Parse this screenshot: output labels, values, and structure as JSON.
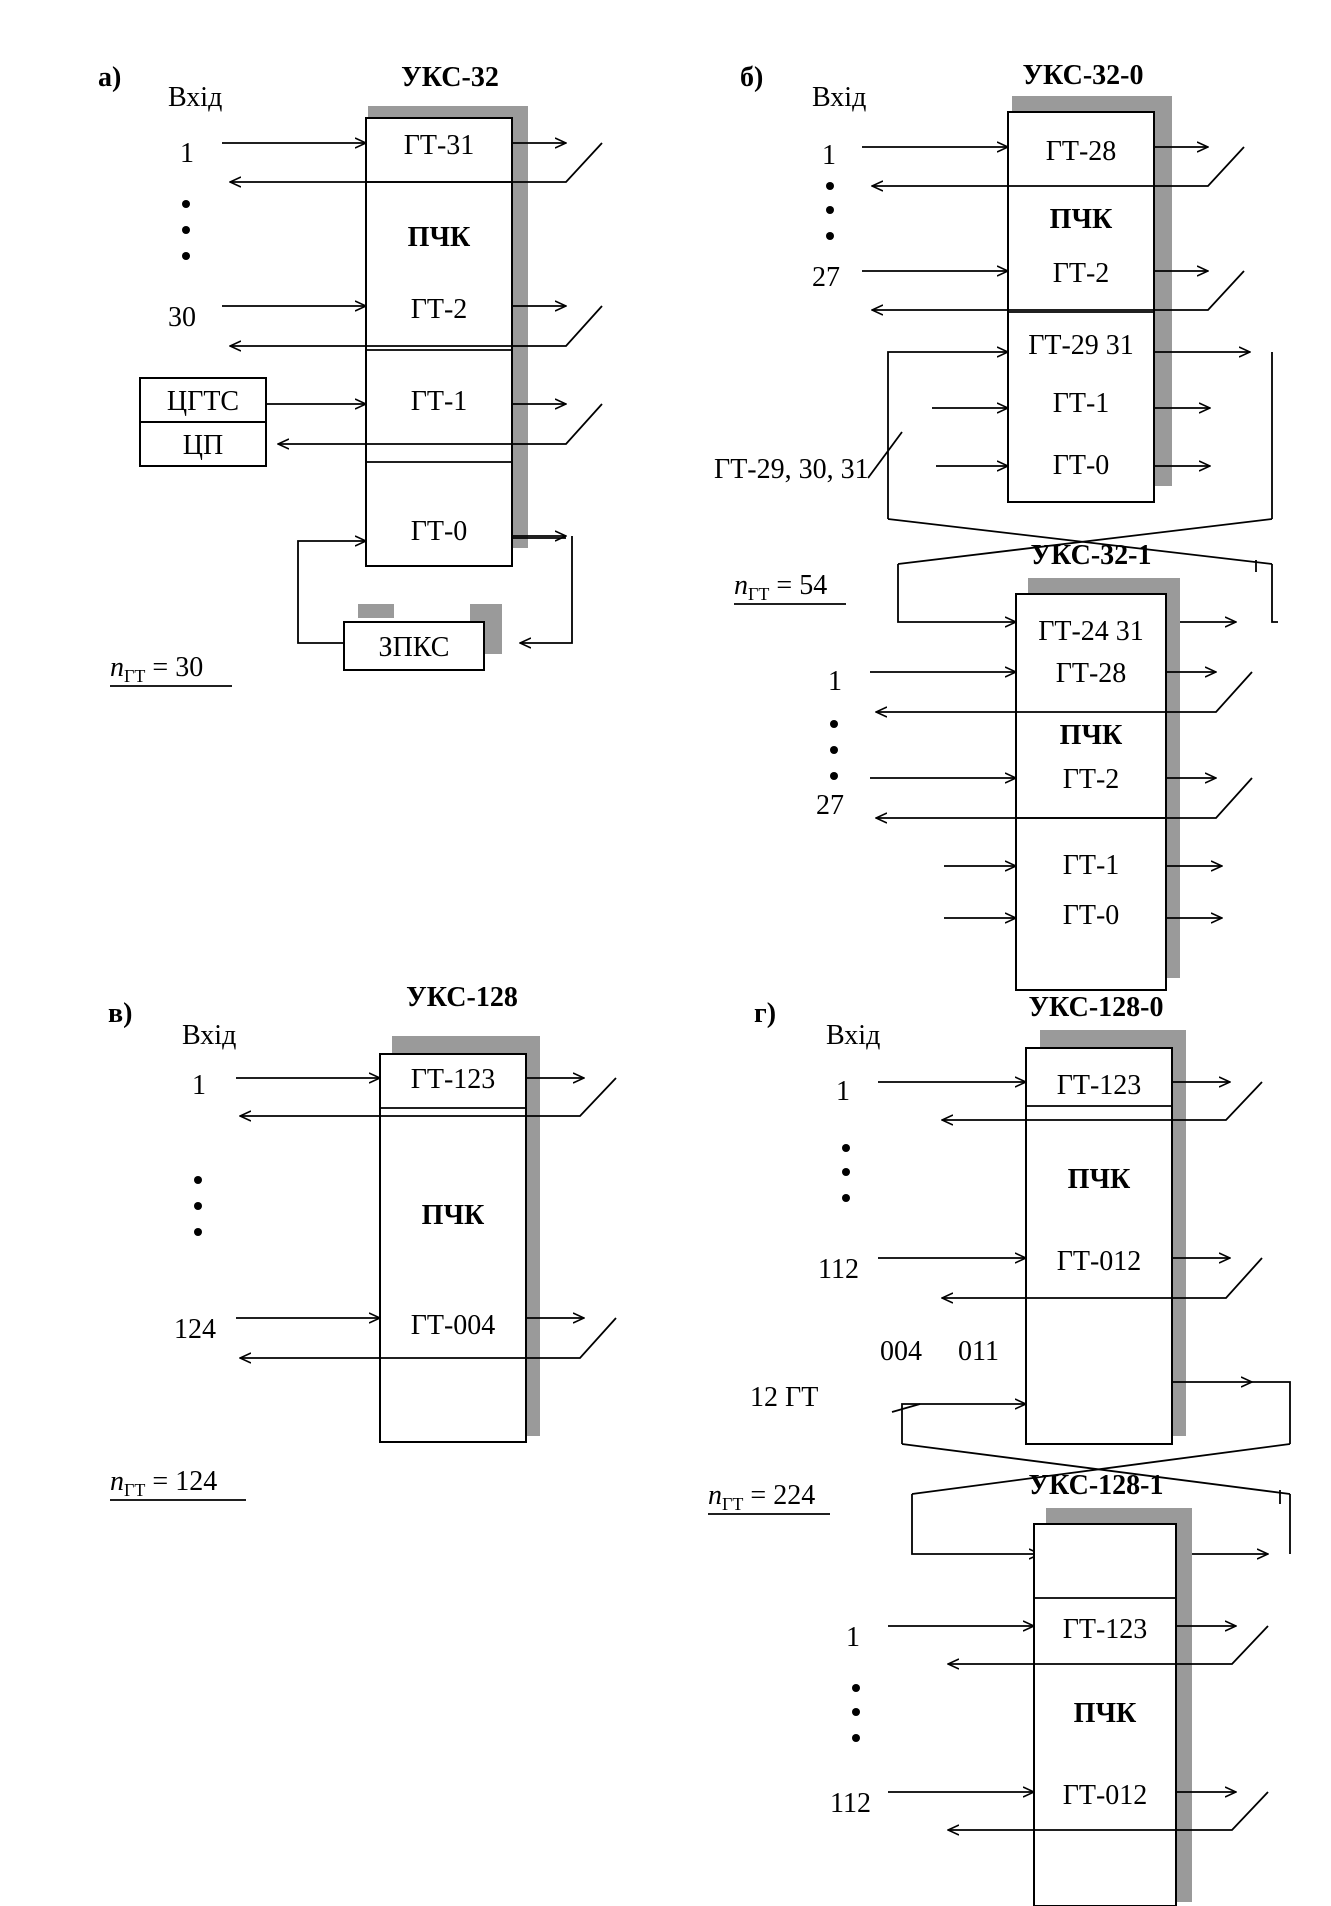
{
  "panel_a": {
    "letter": "а)",
    "input_header": "Вхід",
    "switch_title": "УКС-32",
    "in_first": "1",
    "in_last": "30",
    "gt_top": "ГТ-31",
    "block_label": "ПЧК",
    "gt_second": "ГТ-2",
    "gt_one": "ГТ-1",
    "gt_zero": "ГТ-0",
    "box_cgts": "ЦГТС",
    "box_cp": "ЦП",
    "box_zpks": "ЗПКС",
    "n_symbol": "n",
    "n_sub": "ГТ",
    "n_value": " = 30"
  },
  "panel_b": {
    "letter": "б)",
    "input_header": "Вхід",
    "top_title": "УКС-32-0",
    "bottom_title": "УКС-32-1",
    "top": {
      "in_first": "1",
      "in_last": "27",
      "gt_top": "ГТ-28",
      "block_label": "ПЧК",
      "gt_second": "ГТ-2",
      "gt_trunk": "ГТ-29  31",
      "gt_one": "ГТ-1",
      "gt_zero": "ГТ-0"
    },
    "trunk_label": "ГТ-29, 30, 31",
    "bottom": {
      "gt_trunk": "ГТ-24  31",
      "in_first": "1",
      "in_last": "27",
      "gt_top": "ГТ-28",
      "block_label": "ПЧК",
      "gt_second": "ГТ-2",
      "gt_one": "ГТ-1",
      "gt_zero": "ГТ-0"
    },
    "n_symbol": "n",
    "n_sub": "ГТ",
    "n_value": " = 54"
  },
  "panel_c": {
    "letter": "в)",
    "input_header": "Вхід",
    "switch_title": "УКС-128",
    "in_first": "1",
    "in_last": "124",
    "gt_top": "ГТ-123",
    "block_label": "ПЧК",
    "gt_second": "ГТ-004",
    "n_symbol": "n",
    "n_sub": "ГТ",
    "n_value": " = 124"
  },
  "panel_d": {
    "letter": "г)",
    "input_header": "Вхід",
    "top_title": "УКС-128-0",
    "bottom_title": "УКС-128-1",
    "top": {
      "in_first": "1",
      "in_last": "112",
      "gt_top": "ГТ-123",
      "block_label": "ПЧК",
      "gt_second": "ГТ-012"
    },
    "trunk_range_from": "004",
    "trunk_range_to": "011",
    "trunk_label": "12 ГТ",
    "bottom": {
      "in_first": "1",
      "in_last": "112",
      "gt_top": "ГТ-123",
      "block_label": "ПЧК",
      "gt_second": "ГТ-012"
    },
    "n_symbol": "n",
    "n_sub": "ГТ",
    "n_value": " = 224"
  }
}
